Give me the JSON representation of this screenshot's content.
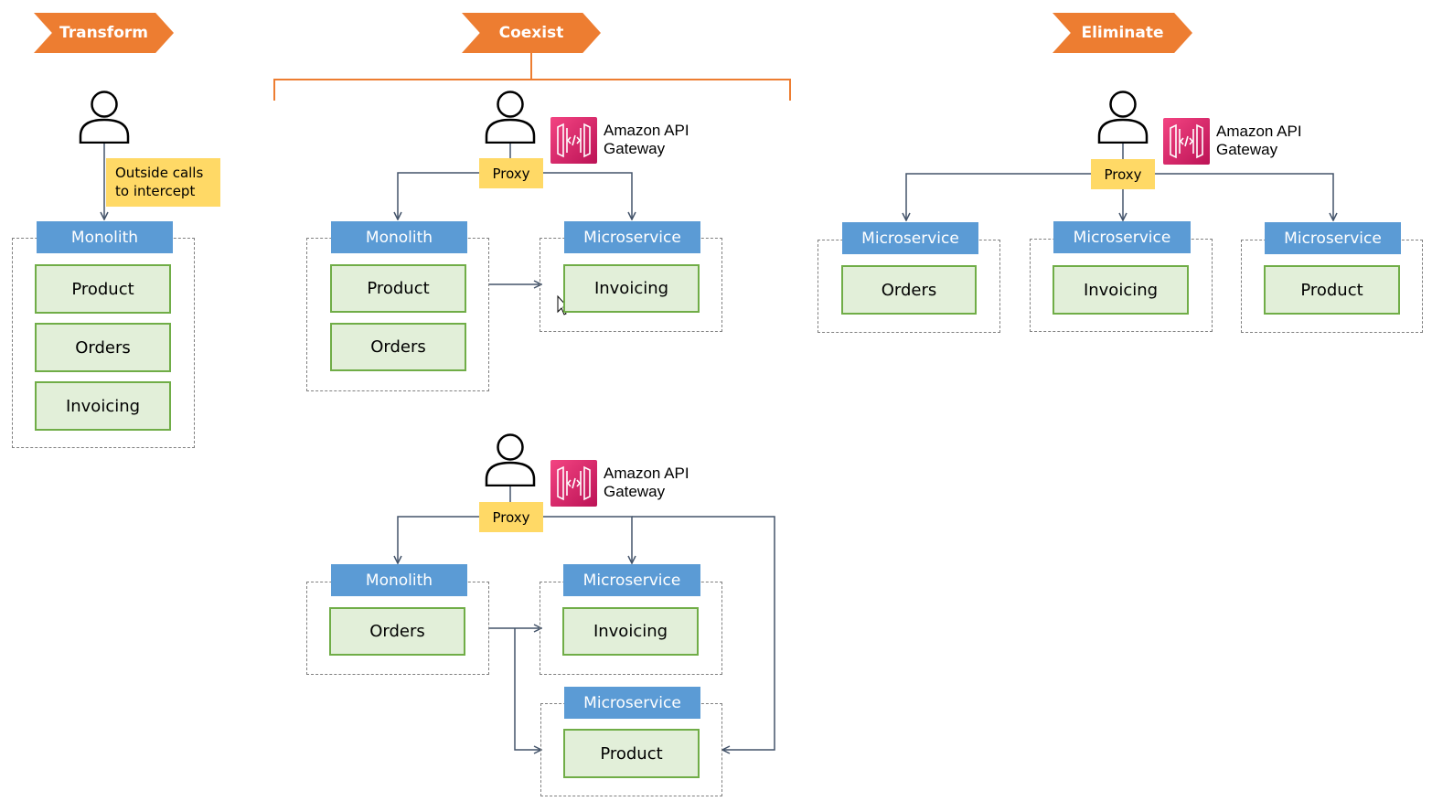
{
  "phases": {
    "transform": "Transform",
    "coexist": "Coexist",
    "eliminate": "Eliminate"
  },
  "transform": {
    "note": "Outside calls to intercept",
    "monolith_label": "Monolith",
    "modules": [
      "Product",
      "Orders",
      "Invoicing"
    ]
  },
  "coexist_top": {
    "gateway": "Amazon API Gateway",
    "proxy": "Proxy",
    "monolith_label": "Monolith",
    "monolith_modules": [
      "Product",
      "Orders"
    ],
    "microservice_label": "Microservice",
    "microservice_module": "Invoicing"
  },
  "coexist_bottom": {
    "gateway": "Amazon API Gateway",
    "proxy": "Proxy",
    "monolith_label": "Monolith",
    "monolith_module": "Orders",
    "ms1_label": "Microservice",
    "ms1_module": "Invoicing",
    "ms2_label": "Microservice",
    "ms2_module": "Product"
  },
  "eliminate": {
    "gateway": "Amazon API Gateway",
    "proxy": "Proxy",
    "services": [
      {
        "label": "Microservice",
        "module": "Orders"
      },
      {
        "label": "Microservice",
        "module": "Invoicing"
      },
      {
        "label": "Microservice",
        "module": "Product"
      }
    ]
  },
  "colors": {
    "phase": "#ED7D31",
    "header": "#5B9BD5",
    "module_fill": "#E2EFD9",
    "module_border": "#70AD47",
    "proxy": "#FFD966",
    "connector": "#44546A"
  },
  "icons": [
    "user-icon",
    "api-gateway-icon",
    "mouse-cursor-icon"
  ]
}
